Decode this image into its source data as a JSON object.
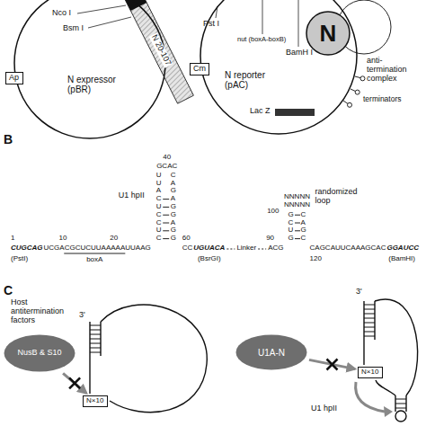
{
  "diagram": {
    "nodes": [
      {
        "text": [
          "N expressor (pBR)"
        ]
      },
      {
        "text": [
          "Ap"
        ]
      },
      {
        "text": [
          "N reporter (pAC)"
        ]
      },
      {
        "text": [
          "Cm"
        ]
      },
      {
        "text": [
          "N"
        ]
      },
      {
        "text": [
          "Lac Z"
        ]
      },
      {
        "text": [
          "NusB & S10"
        ]
      },
      {
        "text": [
          "U1A-N"
        ]
      },
      {
        "text": [
          "N×10"
        ]
      },
      {
        "text": [
          "N×10"
        ]
      }
    ],
    "edges": [
      {
        "from": 6,
        "to": 8,
        "arrow": "to"
      },
      {
        "from": 7,
        "to": 9,
        "arrow": "to"
      }
    ],
    "labels": [
      "Nco I",
      "Bsm I",
      "N 20-107",
      "Pst I",
      "nut (boxA-boxB)",
      "BamH I",
      "anti-termination complex",
      "terminators",
      "B",
      "40",
      "U1 hpII",
      "randomized loop",
      "100",
      "1",
      "10",
      "20",
      "60",
      "90",
      "120",
      "CUGCAG",
      "UCGACGCUCUUAAAAAUUAAG",
      "CC",
      "UGUACA",
      "Linker",
      "ACG",
      "CAGCAUUCAAAGCAC",
      "GGAUCC",
      "(PstI)",
      "boxA",
      "(BsrGI)",
      "(BamHI)",
      "GCAC",
      "UUACUCCUC",
      "CAGAGGAGG",
      "NNNNNNNNNN",
      "GCUG",
      "CAGC",
      "C",
      "Host antitermination factors",
      "3'",
      "U1 hpII",
      "3'"
    ]
  }
}
